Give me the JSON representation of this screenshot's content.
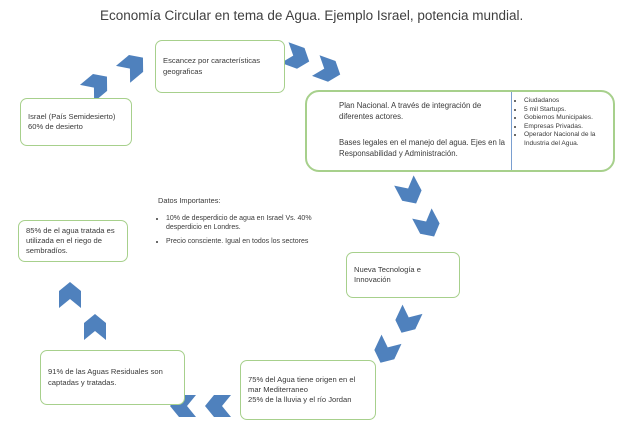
{
  "title": "Economía Circular en tema de Agua. Ejemplo Israel, potencia mundial.",
  "boxes": {
    "escancez": "Escancez por características geograficas",
    "israel_line1": "Israel (País Semidesierto)",
    "israel_line2": "60% de desierto",
    "plan_p1": "Plan Nacional. A través de integración de diferentes actores.",
    "plan_p2": "Bases legales en el manejo del agua. Ejes en la Responsabilidad y Administración.",
    "plan_actors": [
      "Ciudadanos",
      "5 mil Startups.",
      "Gobiernos Municipales.",
      "Empresas Privadas.",
      "Operador Nacional de la Industria del Agua."
    ],
    "nueva": "Nueva Tecnología e Innovación",
    "agua_75_line1": "75%  del Agua tiene origen en el mar Mediterraneo",
    "agua_75_line2": "25% de la lluvia y el río Jordan",
    "agua_91": "91% de las Aguas Residuales son captadas y tratadas.",
    "agua_85": "85% de el agua tratada es utilizada en el riego de sembradíos."
  },
  "datos": {
    "title": "Datos Importantes:",
    "items": [
      "10% de desperdicio de agua en Israel Vs. 40% desperdicio en Londres.",
      "Precio consciente. Igual en todos los sectores"
    ]
  },
  "colors": {
    "box_border": "#a7d08c",
    "arrow": "#4f81bd",
    "list_divider": "#7a9fd0"
  }
}
